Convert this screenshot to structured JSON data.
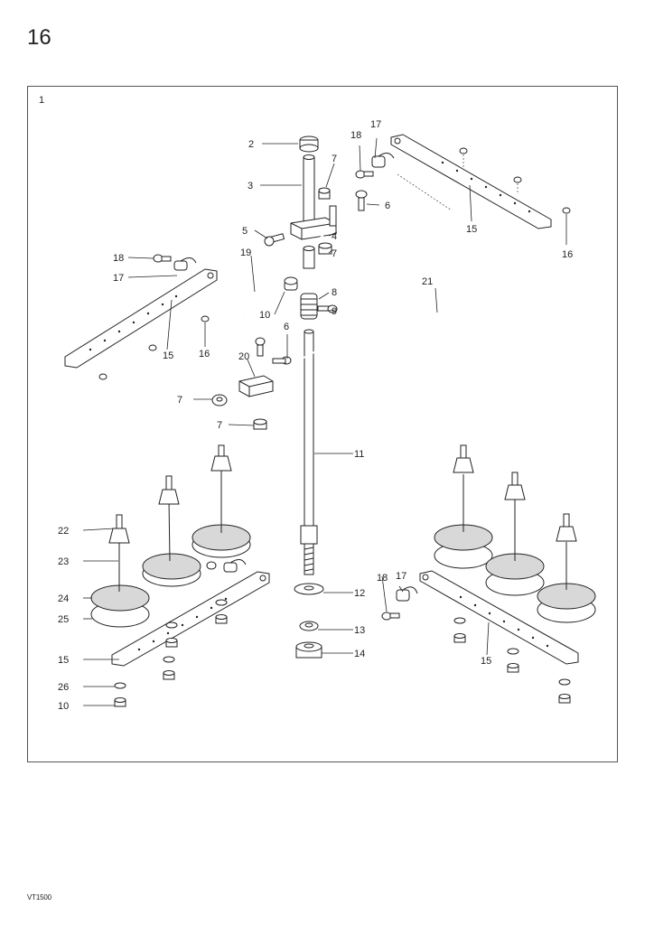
{
  "page": {
    "number": "16",
    "figure": "1",
    "footer": "VT1500"
  },
  "callouts": {
    "c2": "2",
    "c3": "3",
    "c4": "4",
    "c5": "5",
    "c6a": "6",
    "c6b": "6",
    "c7a": "7",
    "c7b": "7",
    "c7c": "7",
    "c7d": "7",
    "c8": "8",
    "c9": "9",
    "c10a": "10",
    "c10b": "10",
    "c11": "11",
    "c12": "12",
    "c13": "13",
    "c14": "14",
    "c15a": "15",
    "c15b": "15",
    "c15c": "15",
    "c15d": "15",
    "c16a": "16",
    "c16b": "16",
    "c17a": "17",
    "c17b": "17",
    "c17c": "17",
    "c18a": "18",
    "c18b": "18",
    "c18c": "18",
    "c19": "19",
    "c20": "20",
    "c21": "21",
    "c22": "22",
    "c23": "23",
    "c24": "24",
    "c25": "25",
    "c26": "26"
  },
  "colors": {
    "line": "#222222",
    "felt": "#d8d8d8",
    "frame": "#555555"
  }
}
